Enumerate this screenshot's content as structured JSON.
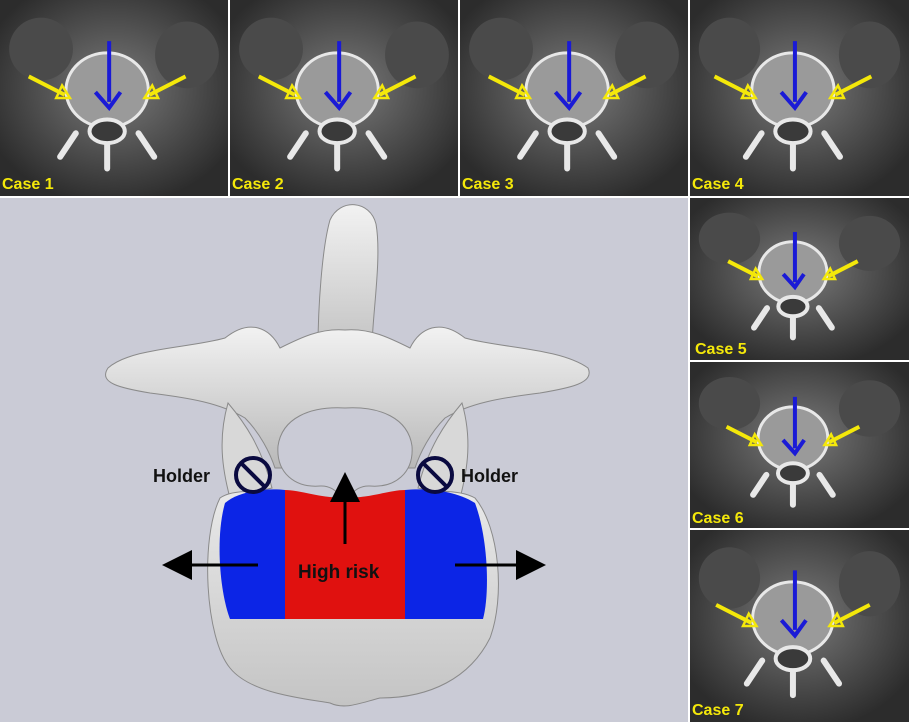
{
  "cases": [
    {
      "label": "Case 1"
    },
    {
      "label": "Case 2"
    },
    {
      "label": "Case 3"
    },
    {
      "label": "Case 4"
    },
    {
      "label": "Case 5"
    },
    {
      "label": "Case 6"
    },
    {
      "label": "Case 7"
    }
  ],
  "model": {
    "holder_left": "Holder",
    "holder_right": "Holder",
    "risk_label": "High risk"
  },
  "colors": {
    "case_label": "#f4e80a",
    "yellow_arrow": "#f4e80a",
    "blue_arrow": "#1a1ad6",
    "risk_red": "#e0110f",
    "side_blue": "#0c25e6",
    "background": "#cacbd6"
  }
}
